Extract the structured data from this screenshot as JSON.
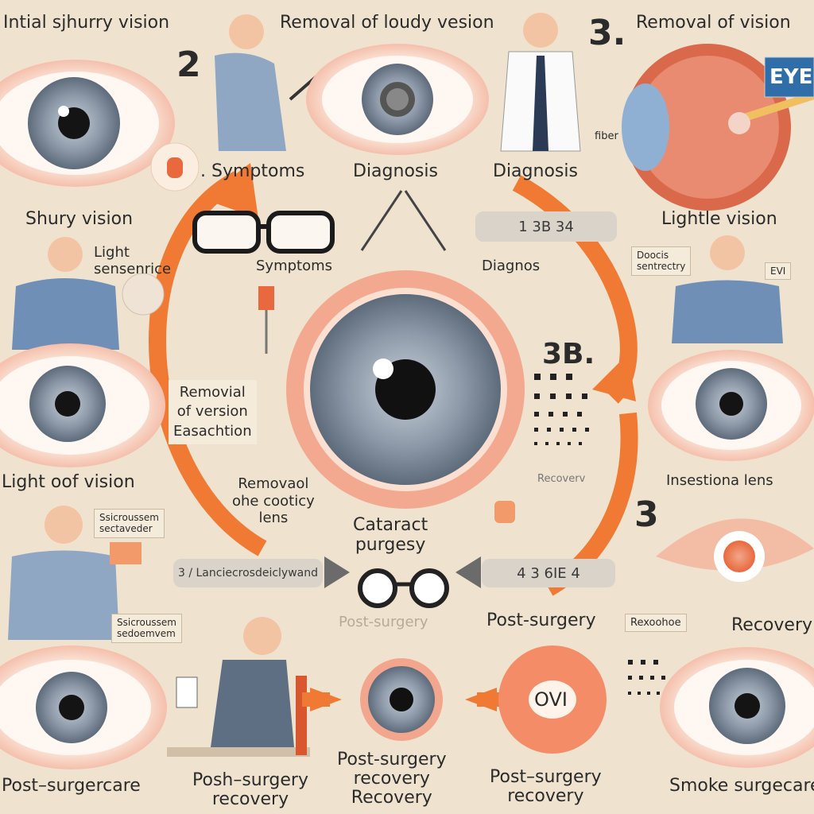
{
  "colors": {
    "background": "#efe3cf",
    "arrow": "#f07a34",
    "iris": "#8b98a8",
    "lid": "#f2a68e",
    "coat": "#6f8fb6"
  },
  "labels": {
    "t1": "Intial sjhurry vision",
    "t2": "Removal of loudy vesion",
    "t3": "Removal of vision",
    "n2": "2",
    "n3": "3.",
    "eye_sign": "EYE",
    "symptoms1": ". Symptoms",
    "diagnosis1": "Diagnosis",
    "diagnosis2": "Diagnosis",
    "fibre": "fiber",
    "shury": "Shury vision",
    "lightle": "Lightle vision",
    "light_sens": "Light\nsensenrice",
    "symptoms2": "Symptoms",
    "diagnos": "Diagnos",
    "doocis": "Doocis\nsentrectry",
    "evi": "EVI",
    "pill_top": "1 3B 34",
    "removial": "Removial\nof version\nEasachtion",
    "b3": "3B.",
    "light_off": "Light oof vision",
    "removal_lens": "Removaol\nohe cooticy\nlens",
    "cataract": "Cataract\npurgesy",
    "recovery_small": "Recoverv",
    "insert": "Insestiona lens",
    "n3b": "3",
    "ssc": "Ssicroussem\nsectaveder",
    "pill_left": "3 / Lanciecrosdeiclywand",
    "pill_right": "4   3 6IE  4",
    "ghost_post": "Post-surgery",
    "post1": "Post-surgery",
    "res_badge": "Rexoohoe",
    "recovery_right": "Recovery",
    "extra_left": "Ssicroussem\nsedoemvem",
    "ovi": "OVI",
    "post_care": "Post–surgercare",
    "post_recovery": "Posh–surgery\nrecovery",
    "post_recovery2": "Post-surgery\nrecovery\nRecovery",
    "post_recovery3": "Post–surgery\nrecovery",
    "smoke": "Smoke surgecare"
  }
}
